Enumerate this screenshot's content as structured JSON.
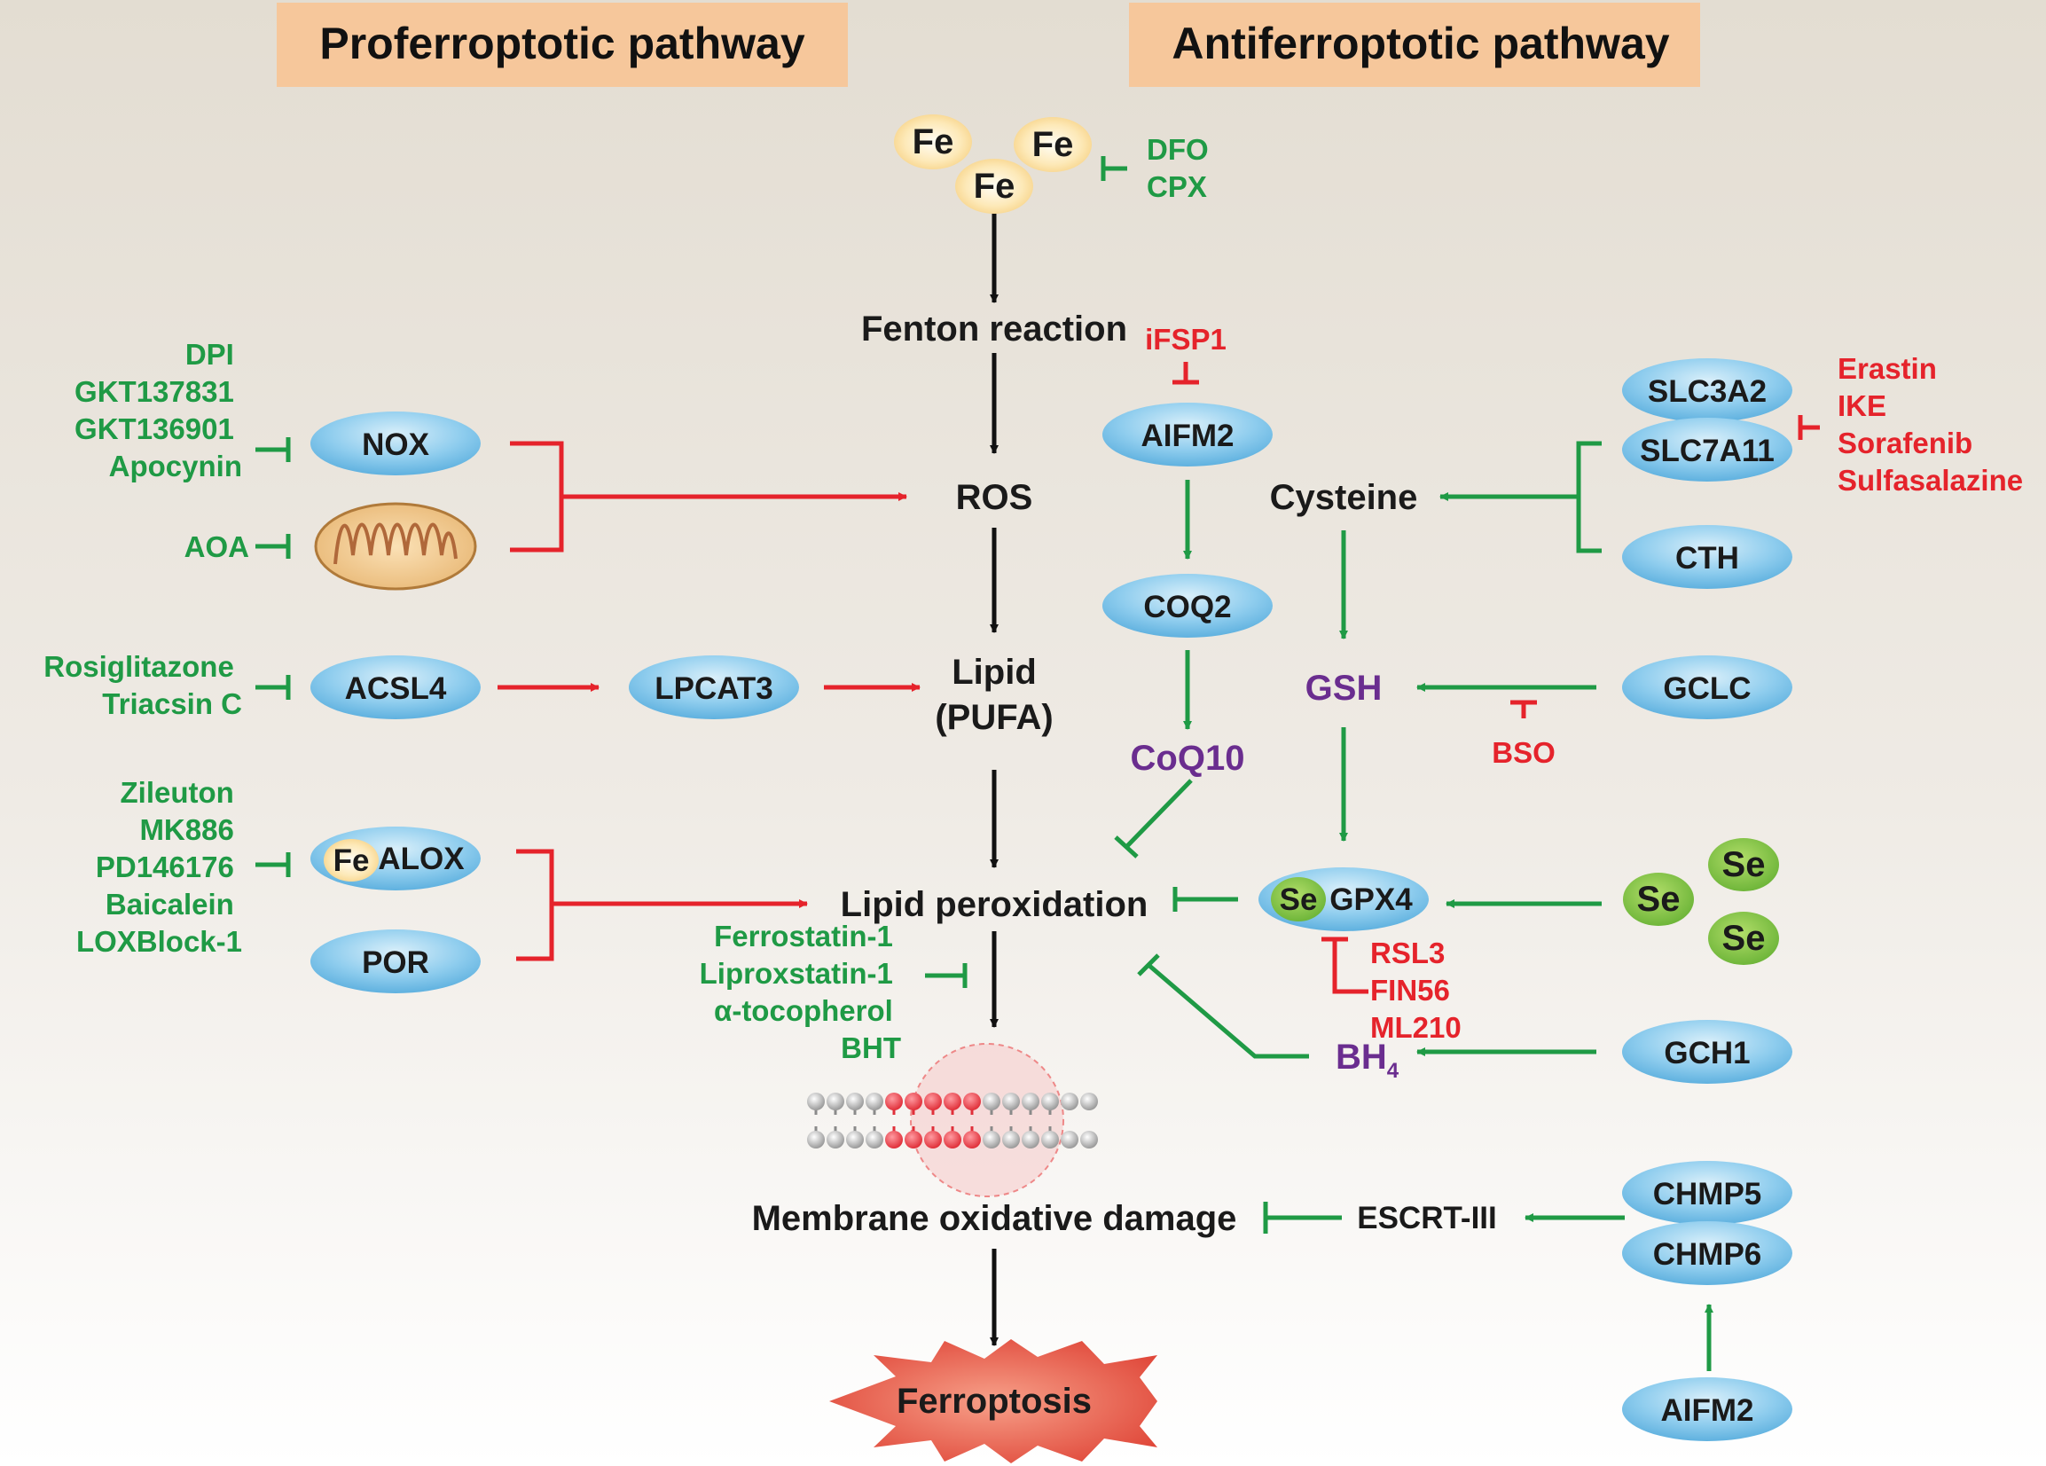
{
  "headers": {
    "proferroptotic": "Proferroptotic pathway",
    "antiferroptotic": "Antiferroptotic pathway"
  },
  "iron": {
    "fe1": "Fe",
    "fe2": "Fe",
    "fe3": "Fe"
  },
  "iron_inhibitors": [
    "DFO",
    "CPX"
  ],
  "center": {
    "fenton": "Fenton reaction",
    "ros": "ROS",
    "lipid_line1": "Lipid",
    "lipid_line2": "(PUFA)",
    "lipid_peroxidation": "Lipid peroxidation",
    "membrane_damage": "Membrane oxidative damage",
    "ferroptosis": "Ferroptosis"
  },
  "nox_inhibitors": [
    "DPI",
    "GKT137831",
    "GKT136901",
    "Apocynin"
  ],
  "aoa": "AOA",
  "acsl4_inhibitors": [
    "Rosiglitazone",
    "Triacsin C"
  ],
  "alox_inhibitors": [
    "Zileuton",
    "MK886",
    "PD146176",
    "Baicalein",
    "LOXBlock-1"
  ],
  "lipid_perox_inhibitors": [
    "Ferrostatin-1",
    "Liproxstatin-1",
    "α-tocopherol",
    "BHT"
  ],
  "proteins": {
    "nox": "NOX",
    "acsl4": "ACSL4",
    "lpcat3": "LPCAT3",
    "alox_fe": "Fe",
    "alox": "ALOX",
    "por": "POR",
    "aifm2_top": "AIFM2",
    "coq2": "COQ2",
    "slc3a2": "SLC3A2",
    "slc7a11": "SLC7A11",
    "cth": "CTH",
    "gclc": "GCLC",
    "gpx4_se": "Se",
    "gpx4": "GPX4",
    "gch1": "GCH1",
    "chmp5": "CHMP5",
    "chmp6": "CHMP6",
    "aifm2_bottom": "AIFM2",
    "escrt": "ESCRT-III"
  },
  "metabolites": {
    "cysteine": "Cysteine",
    "gsh": "GSH",
    "coq10": "CoQ10",
    "bh4_main": "BH",
    "bh4_sub": "4"
  },
  "ifsp1": "iFSP1",
  "system_xc_inhibitors": [
    "Erastin",
    "IKE",
    "Sorafenib",
    "Sulfasalazine"
  ],
  "bso": "BSO",
  "gpx4_inhibitors": [
    "RSL3",
    "FIN56",
    "ML210"
  ],
  "selenium": [
    "Se",
    "Se",
    "Se"
  ],
  "colors": {
    "pro_arrow": "#e5232b",
    "anti_arrow": "#1f9a45",
    "main_arrow": "#111111",
    "header_bg": "#f6c79b",
    "protein_fill": "#7cc3ea",
    "selenium": "#8cc63f",
    "metabolite": "#6a2d8f"
  }
}
